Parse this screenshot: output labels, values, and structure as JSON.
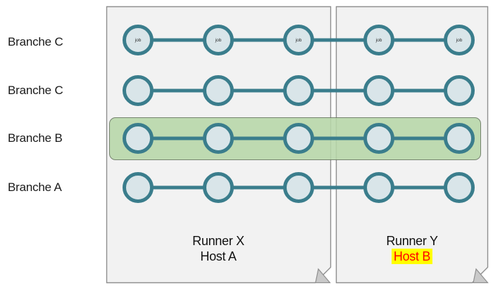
{
  "colors": {
    "teal": "#3A7D8C",
    "circle_fill": "#D9E5E9",
    "panel_fill": "#F2F2F2",
    "panel_border": "#8F8F8F",
    "highlight_band_fill": "#B7D7A9",
    "highlight_band_border": "#66755E",
    "host_b_highlight_bg": "#FFFF00",
    "host_b_highlight_text": "#FF0000"
  },
  "branches": [
    {
      "label": "Branche C",
      "job_count": 5,
      "job_label": "job",
      "highlighted": false
    },
    {
      "label": "Branche C",
      "job_count": 5,
      "job_label": "",
      "highlighted": false
    },
    {
      "label": "Branche B",
      "job_count": 5,
      "job_label": "",
      "highlighted": true
    },
    {
      "label": "Branche A",
      "job_count": 5,
      "job_label": "",
      "highlighted": false
    }
  ],
  "runners": [
    {
      "name": "Runner X",
      "host": "Host A",
      "host_highlighted": false
    },
    {
      "name": "Runner Y",
      "host": "Host B",
      "host_highlighted": true
    }
  ]
}
